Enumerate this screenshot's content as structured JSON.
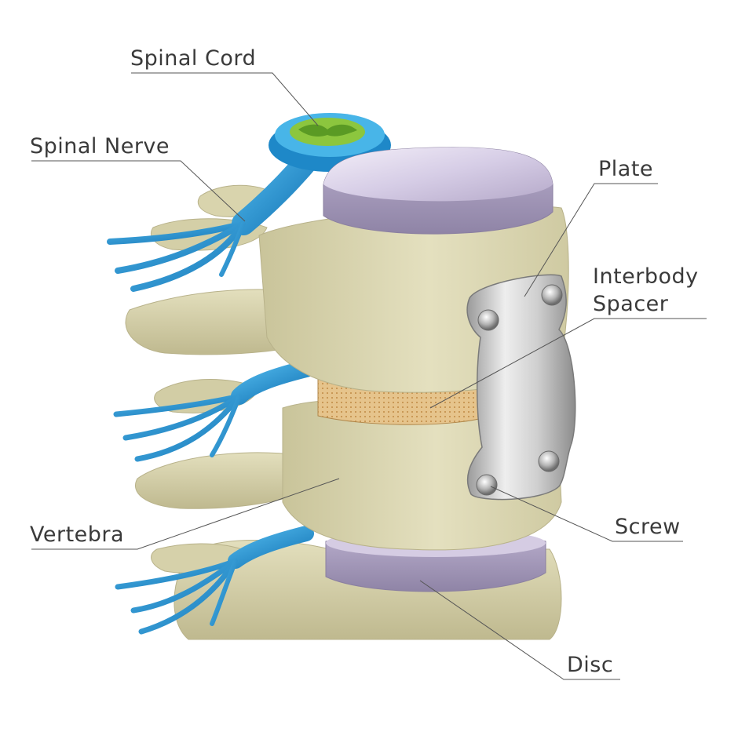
{
  "labels": {
    "spinal_cord": "Spinal Cord",
    "spinal_nerve": "Spinal Nerve",
    "plate": "Plate",
    "interbody_spacer_line1": "Interbody",
    "interbody_spacer_line2": "Spacer",
    "vertebra": "Vertebra",
    "screw": "Screw",
    "disc": "Disc"
  },
  "colors": {
    "bone": "#dcd8b0",
    "disc": "#c9bcd8",
    "nerve": "#2a9ad6",
    "cord": "#8cc63e",
    "plate": "#c8c8c8",
    "spacer": "#e0b87a",
    "leader": "#555555"
  }
}
